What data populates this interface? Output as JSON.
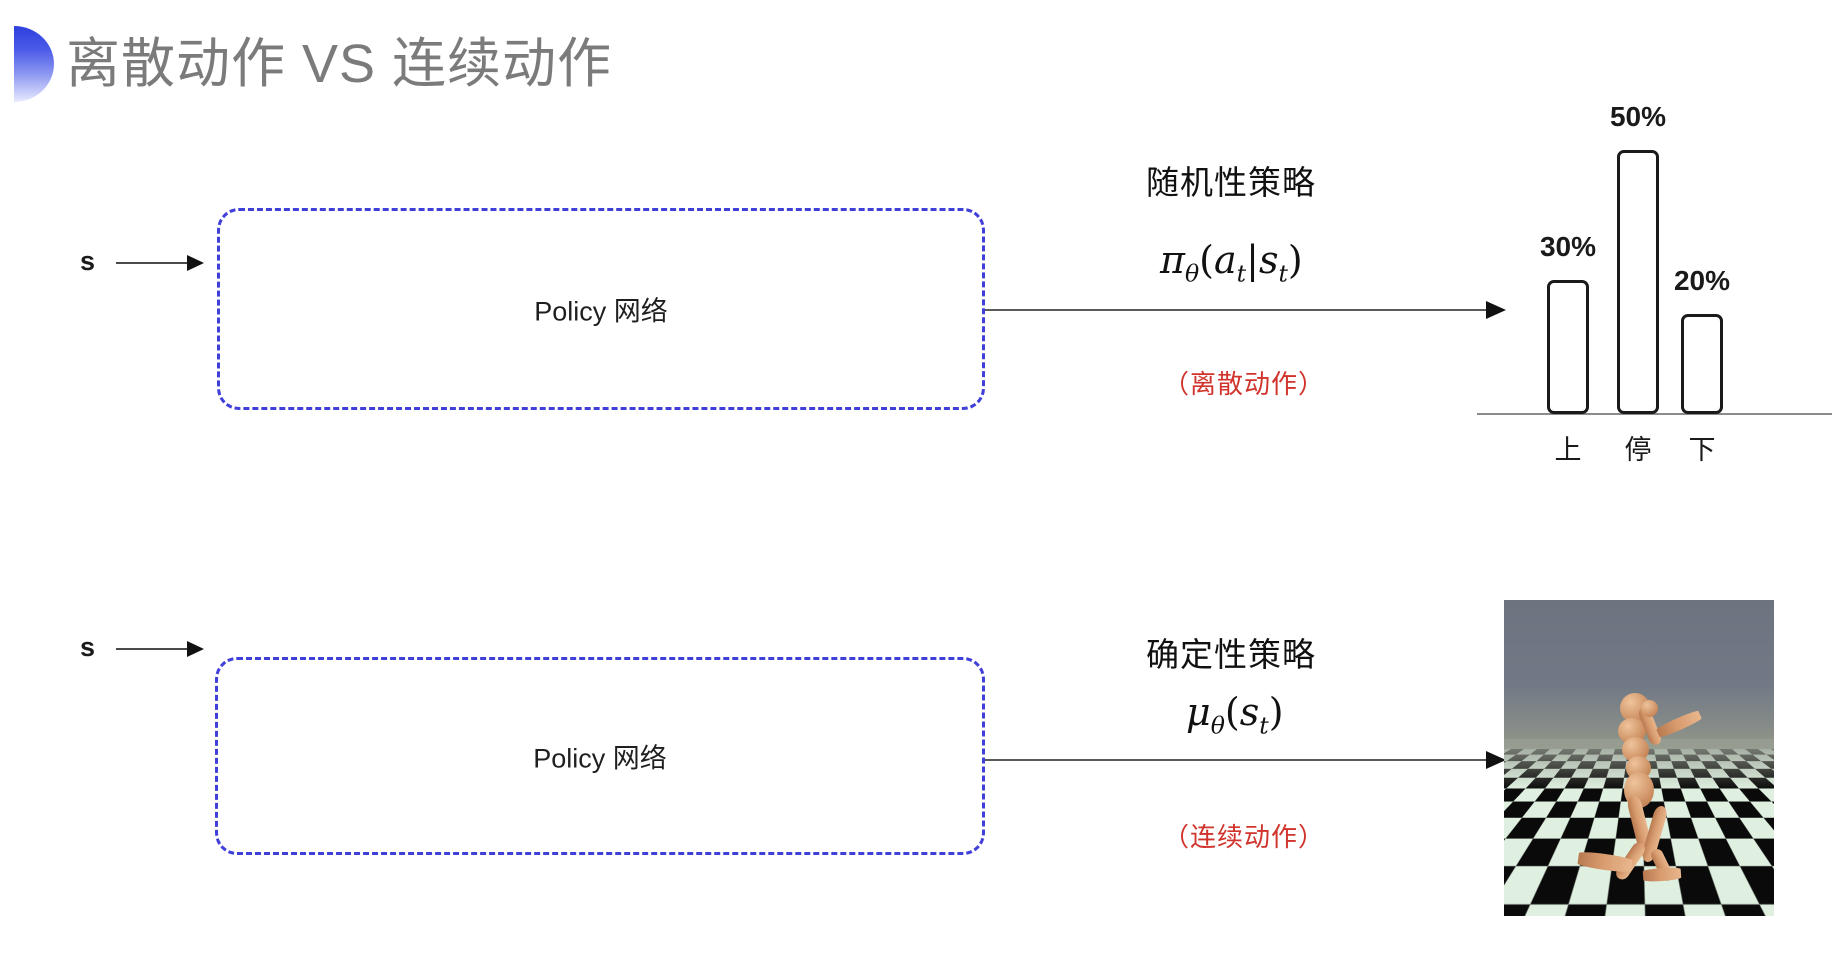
{
  "slide": {
    "title": "离散动作 VS 连续动作",
    "bullet_icon": "half-circle-bullet-icon",
    "accent_color": "#3a4ae0",
    "title_color": "#7b7b7b",
    "note_color": "#d0342c",
    "box_border_color": "#4040d8"
  },
  "rows": [
    {
      "id": "discrete",
      "input_label": "s",
      "box_label": "Policy 网络",
      "policy_title": "随机性策略",
      "formula_plain": "πθ(at|st)",
      "formula_parts": {
        "head": "π",
        "head_sub": "θ",
        "open": "(",
        "a": "a",
        "a_sub": "t",
        "bar": "|",
        "s": "s",
        "s_sub": "t",
        "close": ")"
      },
      "note": "（离散动作）"
    },
    {
      "id": "continuous",
      "input_label": "s",
      "box_label": "Policy 网络",
      "policy_title": "确定性策略",
      "formula_plain": "μθ(st)",
      "formula_parts": {
        "head": "μ",
        "head_sub": "θ",
        "open": "(",
        "s": "s",
        "s_sub": "t",
        "close": ")"
      },
      "note": "（连续动作）"
    }
  ],
  "chart_data": {
    "type": "bar",
    "title": "",
    "categories": [
      "上",
      "停",
      "下"
    ],
    "values": [
      30,
      50,
      20
    ],
    "value_labels": [
      "30%",
      "50%",
      "20%"
    ],
    "xlabel": "",
    "ylabel": "",
    "ylim": [
      0,
      55
    ],
    "grid": false,
    "legend": "none",
    "bar_fill": "#ffffff",
    "bar_stroke": "#1a1a1a"
  },
  "sim": {
    "caption": "",
    "alt_name": "mujoco-humanoid-simulation",
    "sky_color": "#6d7683",
    "floor_light": "#dff0e0",
    "floor_dark": "#0a0a0a",
    "body_color": "#d79b6e"
  }
}
